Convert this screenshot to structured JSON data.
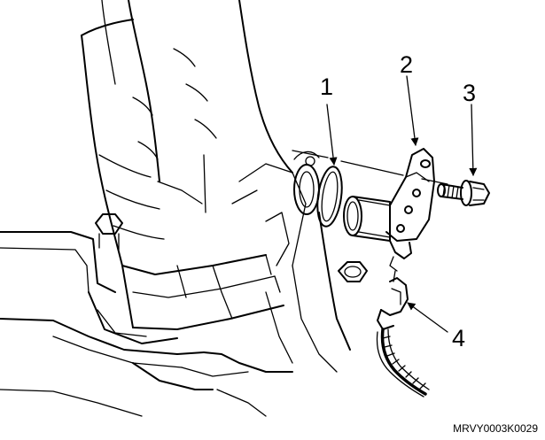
{
  "callouts": [
    {
      "id": "1",
      "text": "1"
    },
    {
      "id": "2",
      "text": "2"
    },
    {
      "id": "3",
      "text": "3"
    },
    {
      "id": "4",
      "text": "4"
    }
  ],
  "figure_code": "MRVY0003K0029",
  "colors": {
    "ink": "#000000",
    "paper": "#ffffff"
  }
}
